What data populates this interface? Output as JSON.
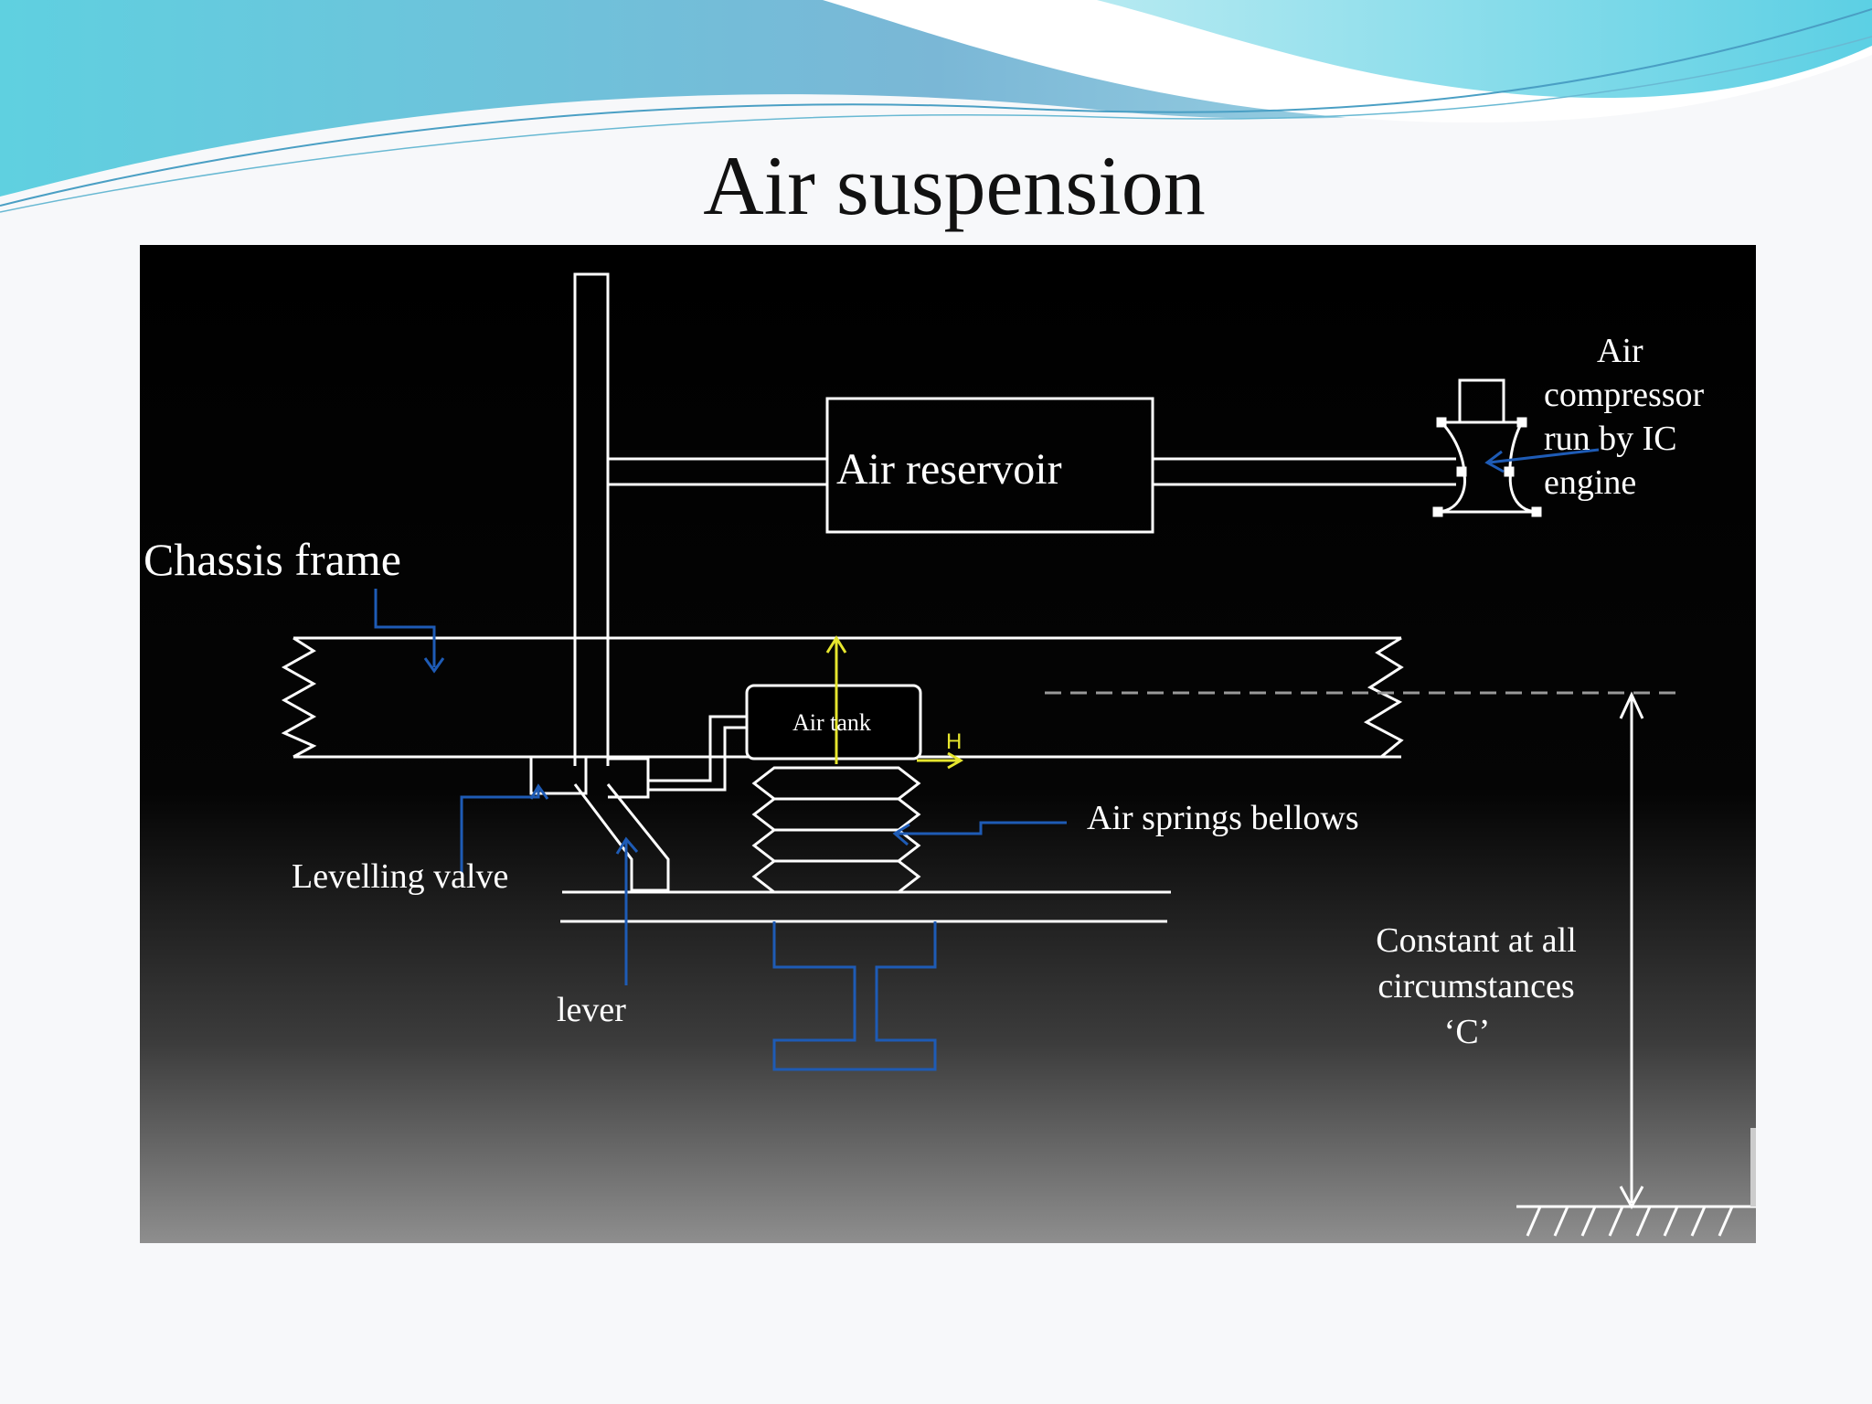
{
  "title": "Air suspension",
  "labels": {
    "air_reservoir": "Air reservoir",
    "air_compressor": [
      "Air",
      "compressor",
      "run by IC",
      "engine"
    ],
    "chassis_frame": "Chassis frame",
    "air_tank": "Air tank",
    "height_marker": "H",
    "air_springs_bellows": "Air springs bellows",
    "levelling_valve": "Levelling valve",
    "lever": "lever",
    "constant": [
      "Constant at all",
      "circumstances",
      "‘C’"
    ]
  },
  "colors": {
    "background": "#000000",
    "line": "#ffffff",
    "pointer": "#1e5bb5",
    "height_indicator": "#e6e62e",
    "title": "#111111"
  }
}
